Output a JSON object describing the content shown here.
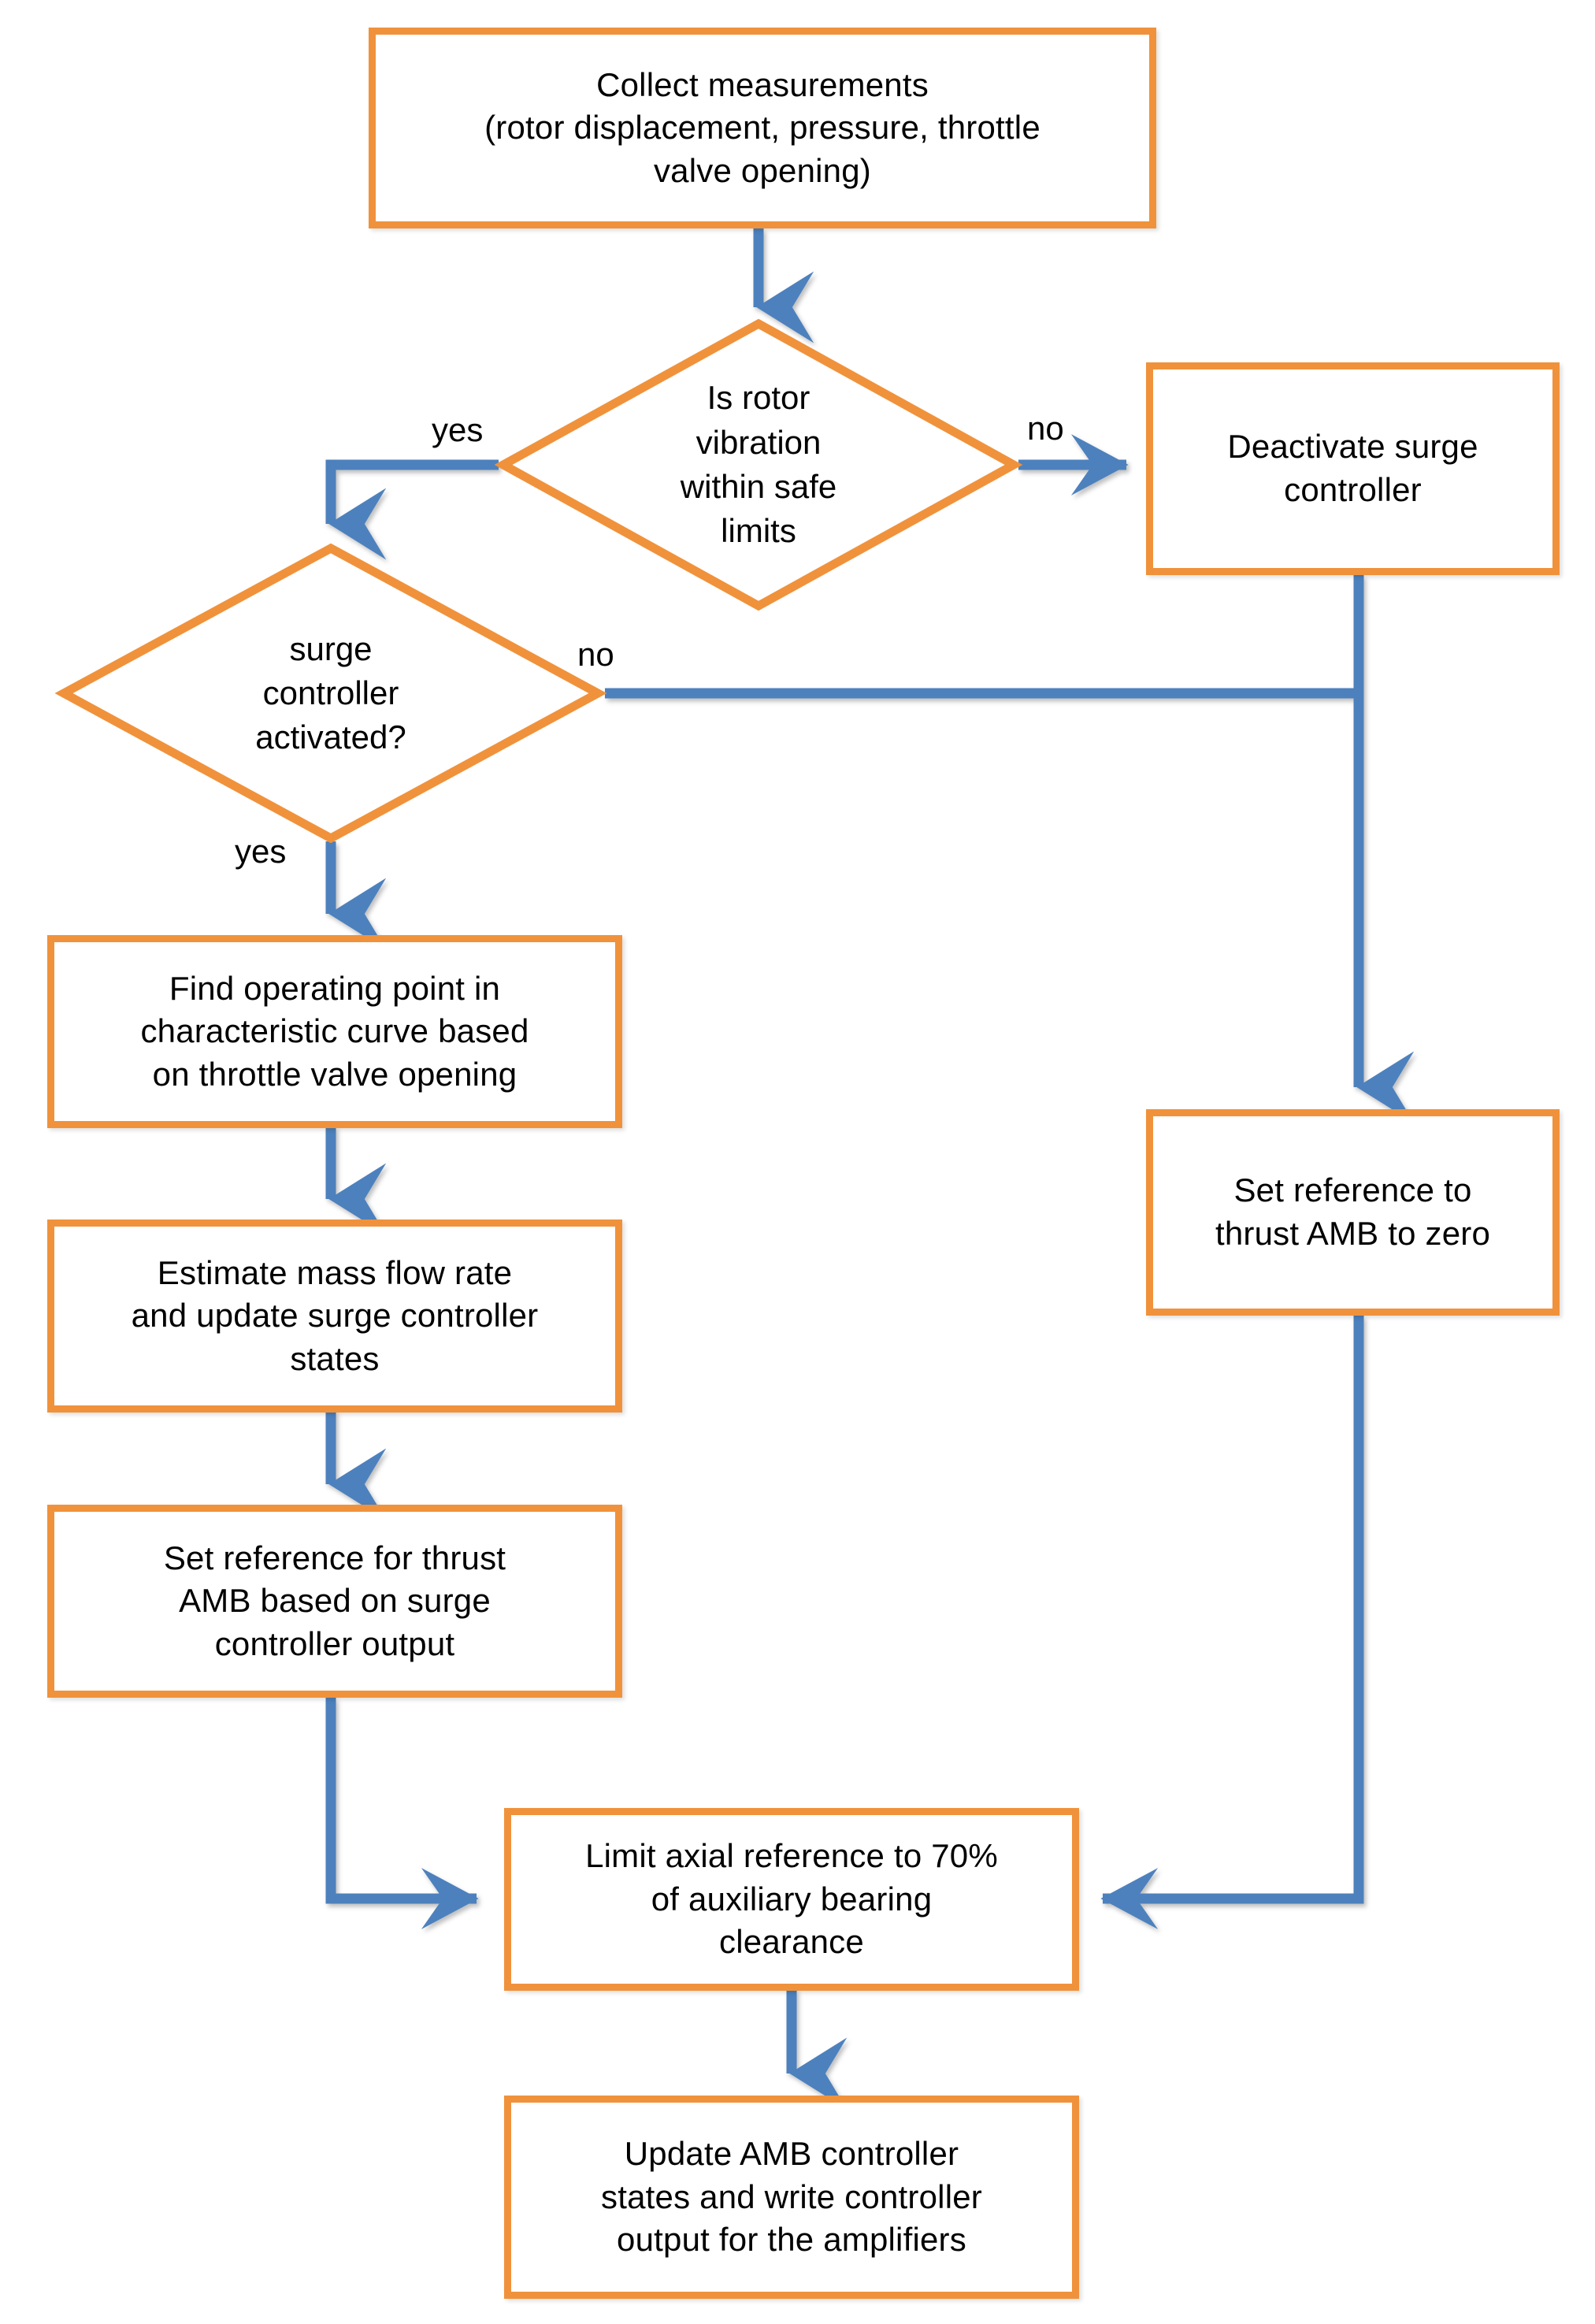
{
  "diagram": {
    "title": "AMB surge control algorithm flowchart",
    "colors": {
      "node_border": "#F0923B",
      "node_fill": "#FFFFFF",
      "connector": "#4E81BD",
      "text": "#000000",
      "background": "#FFFFFF"
    }
  },
  "nodes": {
    "collect_measurements": {
      "type": "process",
      "lines": [
        "Collect measurements",
        "(rotor displacement, pressure, throttle",
        "valve opening)"
      ]
    },
    "vibration_check": {
      "type": "decision",
      "lines": [
        "Is rotor",
        "vibration",
        "within safe",
        "limits"
      ]
    },
    "deactivate_surge_controller": {
      "type": "process",
      "lines": [
        "Deactivate surge",
        "controller"
      ]
    },
    "surge_controller_activated": {
      "type": "decision",
      "lines": [
        "surge",
        "controller",
        "activated?"
      ]
    },
    "find_operating_point": {
      "type": "process",
      "lines": [
        "Find operating point in",
        "characteristic curve based",
        "on throttle valve opening"
      ]
    },
    "estimate_mass_flow": {
      "type": "process",
      "lines": [
        "Estimate mass flow rate",
        "and update surge controller",
        "states"
      ]
    },
    "set_reference_thrust_amb": {
      "type": "process",
      "lines": [
        "Set reference for thrust",
        "AMB based on surge",
        "controller output"
      ]
    },
    "set_reference_zero": {
      "type": "process",
      "lines": [
        "Set reference to",
        "thrust AMB to zero"
      ]
    },
    "limit_axial_reference": {
      "type": "process",
      "lines": [
        "Limit axial reference to 70%",
        "of auxiliary bearing",
        "clearance"
      ]
    },
    "update_amb_controller": {
      "type": "process",
      "lines": [
        "Update AMB controller",
        "states and write controller",
        "output for the amplifiers"
      ]
    }
  },
  "edge_labels": {
    "vibration_yes": "yes",
    "vibration_no": "no",
    "surge_no": "no",
    "surge_yes": "yes"
  }
}
